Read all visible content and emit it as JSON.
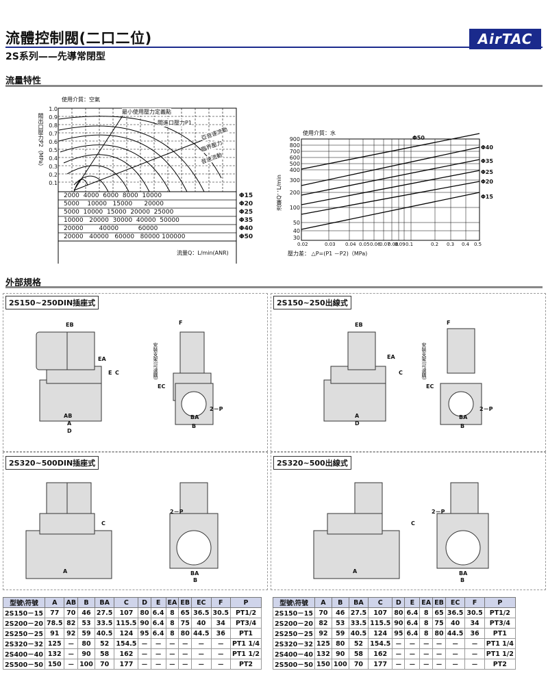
{
  "header": {
    "title": "流體控制閥(二口二位)",
    "subtitle": "2S系列——先導常閉型",
    "logo": "AirTAC"
  },
  "sections": {
    "flow": "流量特性",
    "dims": "外部規格"
  },
  "chart_air": {
    "medium": "使用介質：空氣",
    "ylabel": "閥出口壓力P2（MPa）",
    "yticks": [
      "1.0",
      "0.9",
      "0.8",
      "0.7",
      "0.6",
      "0.5",
      "0.4",
      "0.3",
      "0.2",
      "0.1"
    ],
    "annot1": "最小使用壓力定義點",
    "annot2": "閥進口壓力P1",
    "annot3": "亞音速流動",
    "annot4": "臨界壓力",
    "annot5": "音速流動",
    "rows": [
      {
        "label": "Φ15",
        "values": "2000  4000  6000  8000  10000"
      },
      {
        "label": "Φ20",
        "values": "5000    10000   15000      20000"
      },
      {
        "label": "Φ25",
        "values": "5000  10000  15000  20000  25000"
      },
      {
        "label": "Φ35",
        "values": "10000   20000  30000  40000  50000"
      },
      {
        "label": "Φ40",
        "values": "20000        40000          60000"
      },
      {
        "label": "Φ50",
        "values": "20000   40000   60000   80000 100000"
      }
    ],
    "xlabel": "流量Q：L/min(ANR)"
  },
  "chart_water": {
    "medium": "使用介質：水",
    "ylabel": "流量Q：L/min",
    "xlabel": "壓力差：  △P=(P1 －P2)（MPa)",
    "yticks": [
      "900",
      "800",
      "700",
      "600",
      "500",
      "400",
      "300",
      "200",
      "100",
      "50",
      "40",
      "30"
    ],
    "xticks": [
      "0.02",
      "0.03",
      "0.04",
      "0.05",
      "0.06",
      "0.07",
      "0.08",
      "0.09",
      "0.1",
      "0.2",
      "0.3",
      "0.4",
      "0.5"
    ],
    "series": [
      "Φ50",
      "Φ40",
      "Φ35",
      "Φ25",
      "Φ20",
      "Φ15"
    ]
  },
  "panels": {
    "p1": "2S150~250DIN插座式",
    "p2": "2S150~250出線式",
    "p3": "2S320~500DIN插座式",
    "p4": "2S320~500出線式",
    "dim_labels": {
      "EB": "EB",
      "EA": "EA",
      "C": "C",
      "E": "E",
      "AB": "AB",
      "A": "A",
      "D": "D",
      "F": "F",
      "EC": "EC",
      "BA": "BA",
      "B": "B",
      "P": "2－P",
      "side": "安裝支架(可選購)"
    }
  },
  "table_left": {
    "headers": [
      "型號\\符號",
      "A",
      "AB",
      "B",
      "BA",
      "C",
      "D",
      "E",
      "EA",
      "EB",
      "EC",
      "F",
      "P"
    ],
    "rows": [
      [
        "2S150－15",
        "77",
        "70",
        "46",
        "27.5",
        "107",
        "80",
        "6.4",
        "8",
        "65",
        "36.5",
        "30.5",
        "PT1/2"
      ],
      [
        "2S200－20",
        "78.5",
        "82",
        "53",
        "33.5",
        "115.5",
        "90",
        "6.4",
        "8",
        "75",
        "40",
        "34",
        "PT3/4"
      ],
      [
        "2S250－25",
        "91",
        "92",
        "59",
        "40.5",
        "124",
        "95",
        "6.4",
        "8",
        "80",
        "44.5",
        "36",
        "PT1"
      ],
      [
        "2S320－32",
        "125",
        "－",
        "80",
        "52",
        "154.5",
        "－",
        "－",
        "－",
        "－",
        "－",
        "－",
        "PT1 1/4"
      ],
      [
        "2S400－40",
        "132",
        "－",
        "90",
        "58",
        "162",
        "－",
        "－",
        "－",
        "－",
        "－",
        "－",
        "PT1 1/2"
      ],
      [
        "2S500－50",
        "150",
        "－",
        "100",
        "70",
        "177",
        "－",
        "－",
        "－",
        "－",
        "－",
        "－",
        "PT2"
      ]
    ]
  },
  "table_right": {
    "headers": [
      "型號\\符號",
      "A",
      "B",
      "BA",
      "C",
      "D",
      "E",
      "EA",
      "EB",
      "EC",
      "F",
      "P"
    ],
    "rows": [
      [
        "2S150－15",
        "70",
        "46",
        "27.5",
        "107",
        "80",
        "6.4",
        "8",
        "65",
        "36.5",
        "30.5",
        "PT1/2"
      ],
      [
        "2S200－20",
        "82",
        "53",
        "33.5",
        "115.5",
        "90",
        "6.4",
        "8",
        "75",
        "40",
        "34",
        "PT3/4"
      ],
      [
        "2S250－25",
        "92",
        "59",
        "40.5",
        "124",
        "95",
        "6.4",
        "8",
        "80",
        "44.5",
        "36",
        "PT1"
      ],
      [
        "2S320－32",
        "125",
        "80",
        "52",
        "154.5",
        "－",
        "－",
        "－",
        "－",
        "－",
        "－",
        "PT1 1/4"
      ],
      [
        "2S400－40",
        "132",
        "90",
        "58",
        "162",
        "－",
        "－",
        "－",
        "－",
        "－",
        "－",
        "PT1 1/2"
      ],
      [
        "2S500－50",
        "150",
        "100",
        "70",
        "177",
        "－",
        "－",
        "－",
        "－",
        "－",
        "－",
        "PT2"
      ]
    ]
  }
}
